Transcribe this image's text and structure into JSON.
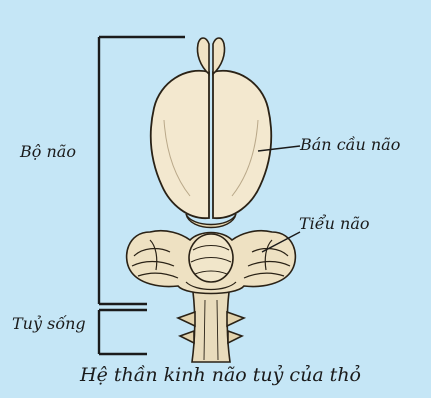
{
  "figure": {
    "caption": "Hệ thần kinh não tuỷ của thỏ",
    "labels": {
      "brain": "Bộ não",
      "spinal_cord": "Tuỷ sống",
      "cerebral_hemispheres": "Bán cầu não",
      "cerebellum": "Tiểu não"
    },
    "colors": {
      "background": "#c5e6f6",
      "brain_fill": "#f3e8cf",
      "outline": "#1b1b1b"
    }
  }
}
